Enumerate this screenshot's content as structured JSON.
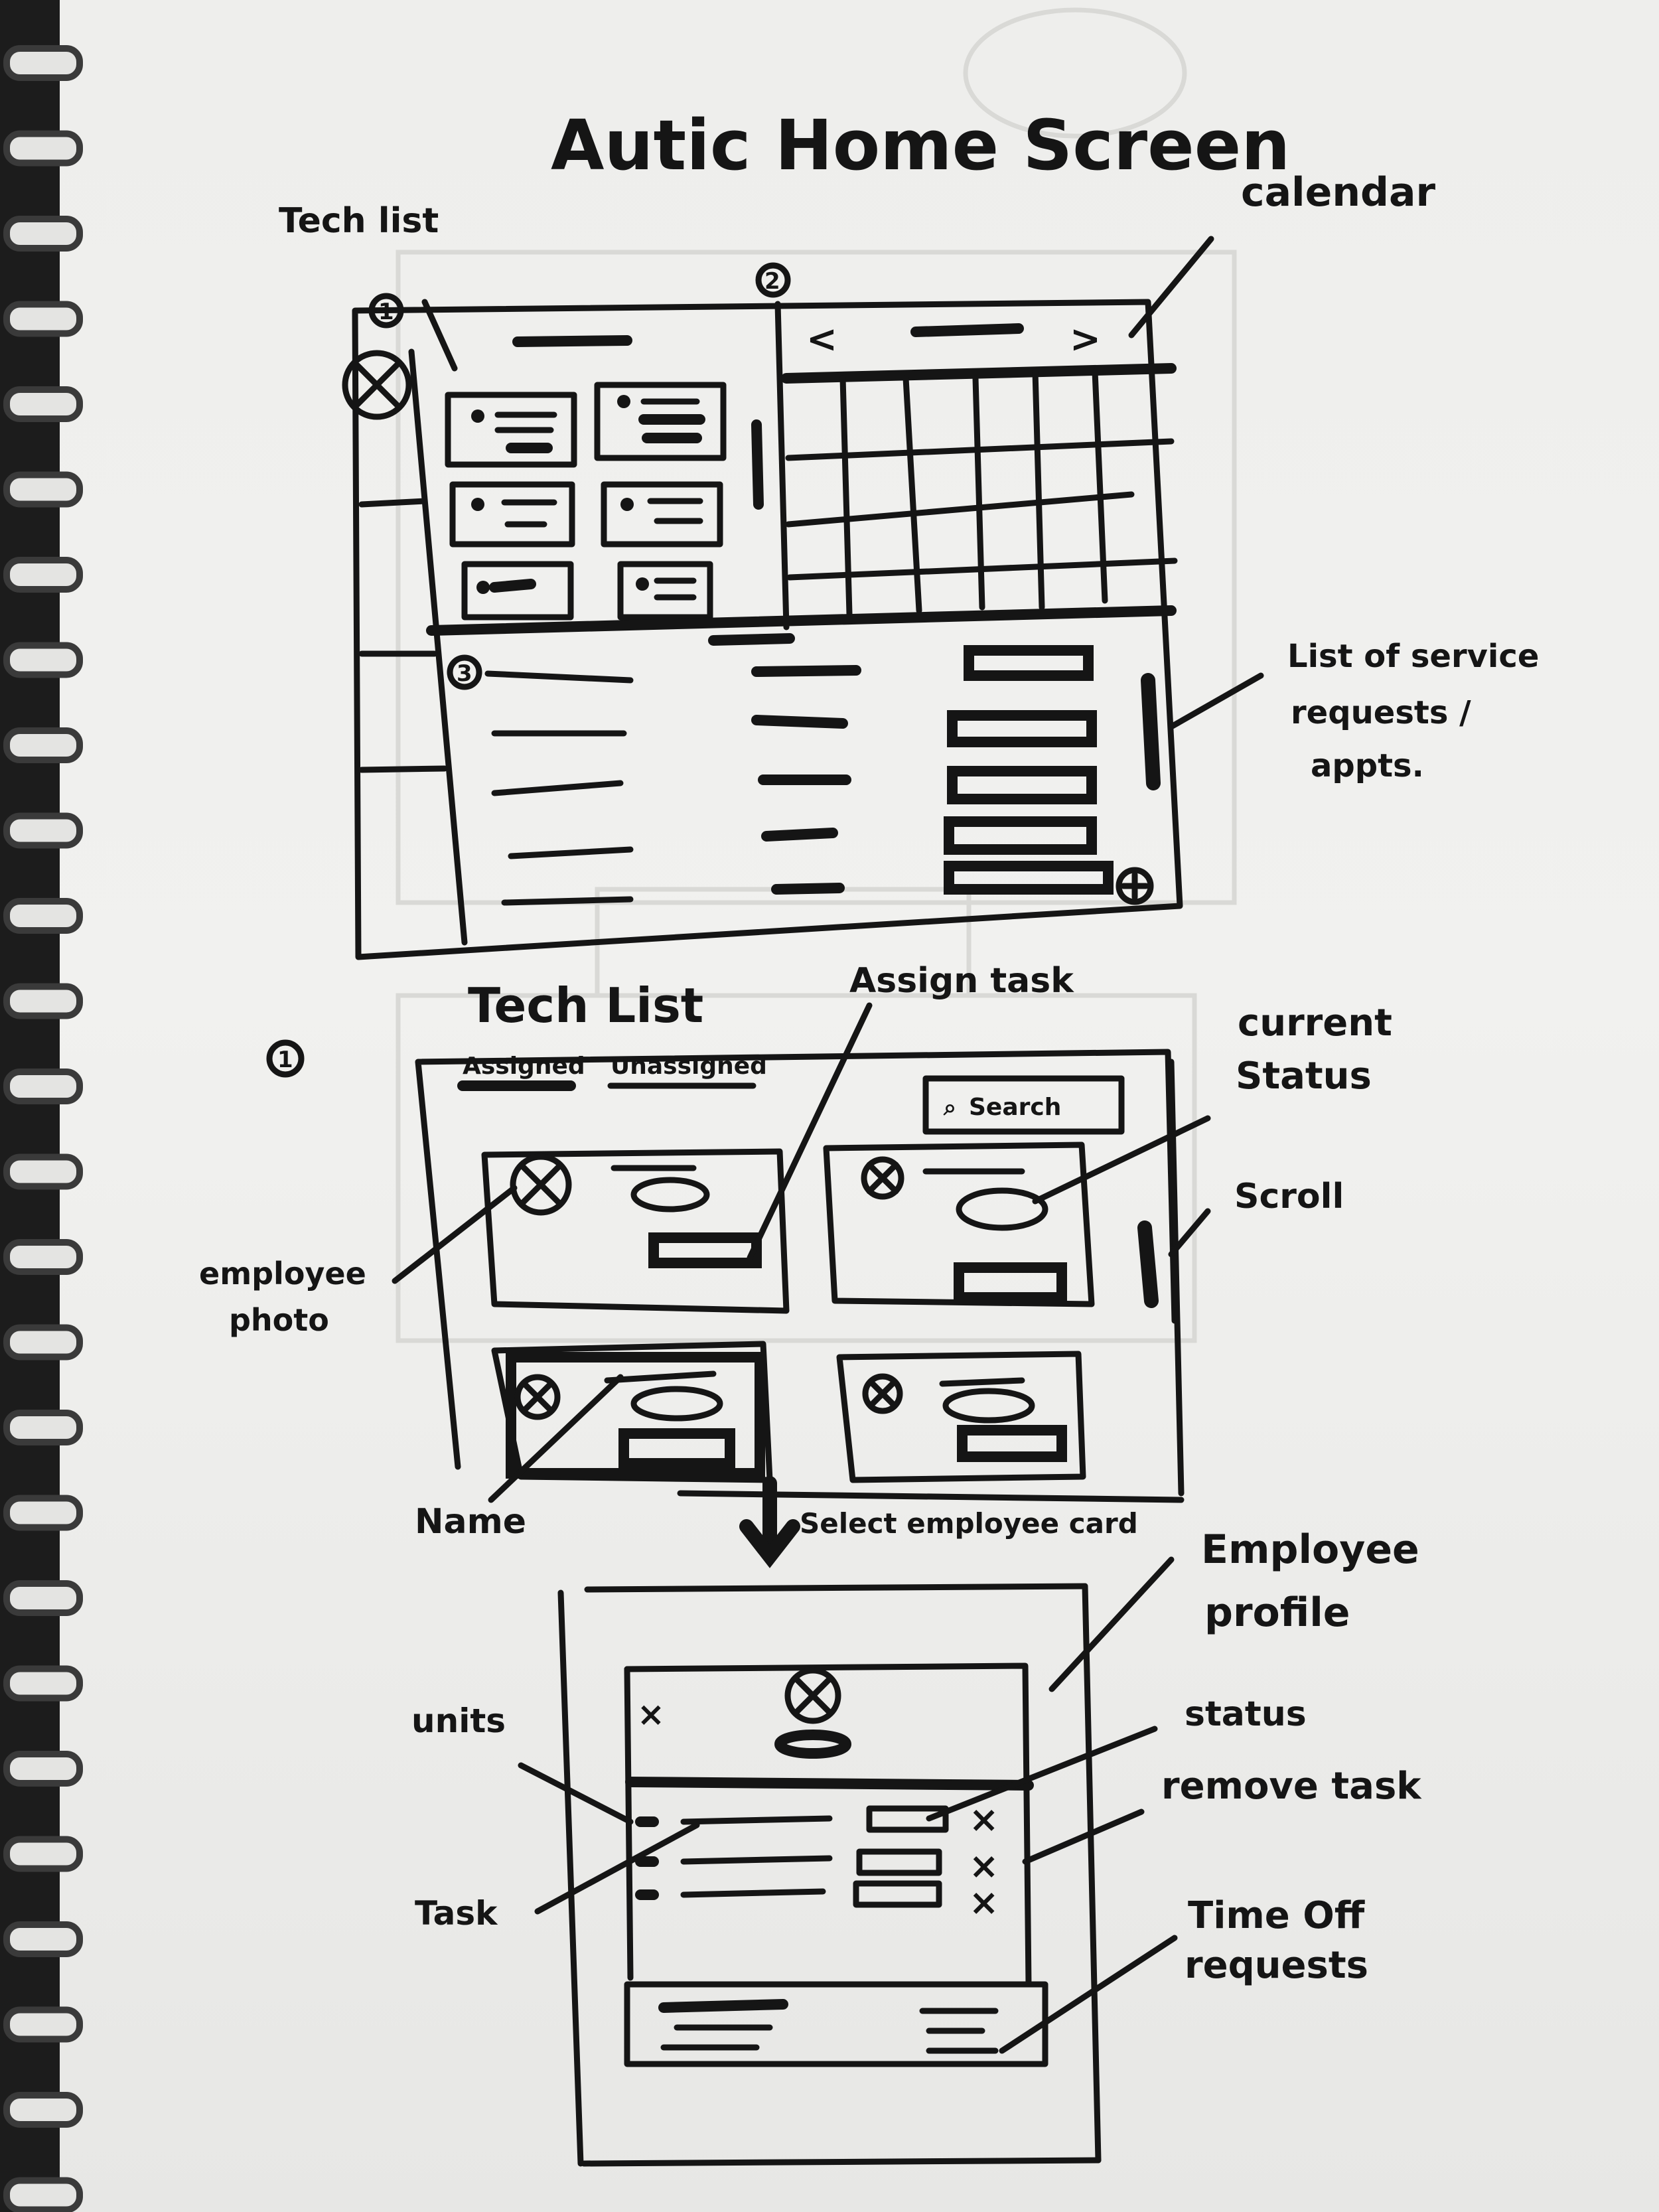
{
  "title": "Autic Home Screen",
  "home_screen": {
    "annotations": {
      "tech_list": "Tech list",
      "calendar": "calendar",
      "service_requests": [
        "List of service",
        "requests /",
        "appts."
      ]
    },
    "markers": [
      "1",
      "2",
      "3"
    ]
  },
  "tech_list_screen": {
    "heading": "Tech List",
    "marker": "1",
    "tabs": [
      "Assigned",
      "Unassigned"
    ],
    "search": "Search",
    "annotations": {
      "assign_task": "Assign task",
      "current_status": [
        "current",
        "Status"
      ],
      "scroll": "Scroll",
      "employee_photo": [
        "employee",
        "photo"
      ],
      "name": "Name"
    },
    "transition": "Select employee card"
  },
  "profile_screen": {
    "annotations": {
      "employee_profile": [
        "Employee",
        "profile"
      ],
      "status": "status",
      "remove_task": "remove task",
      "units": "units",
      "task": "Task",
      "time_off": [
        "Time Off",
        "requests"
      ]
    }
  },
  "colors": {
    "ink": "#151515",
    "paper": "#f0f0ee",
    "backdrop": "#1c1c1c"
  }
}
